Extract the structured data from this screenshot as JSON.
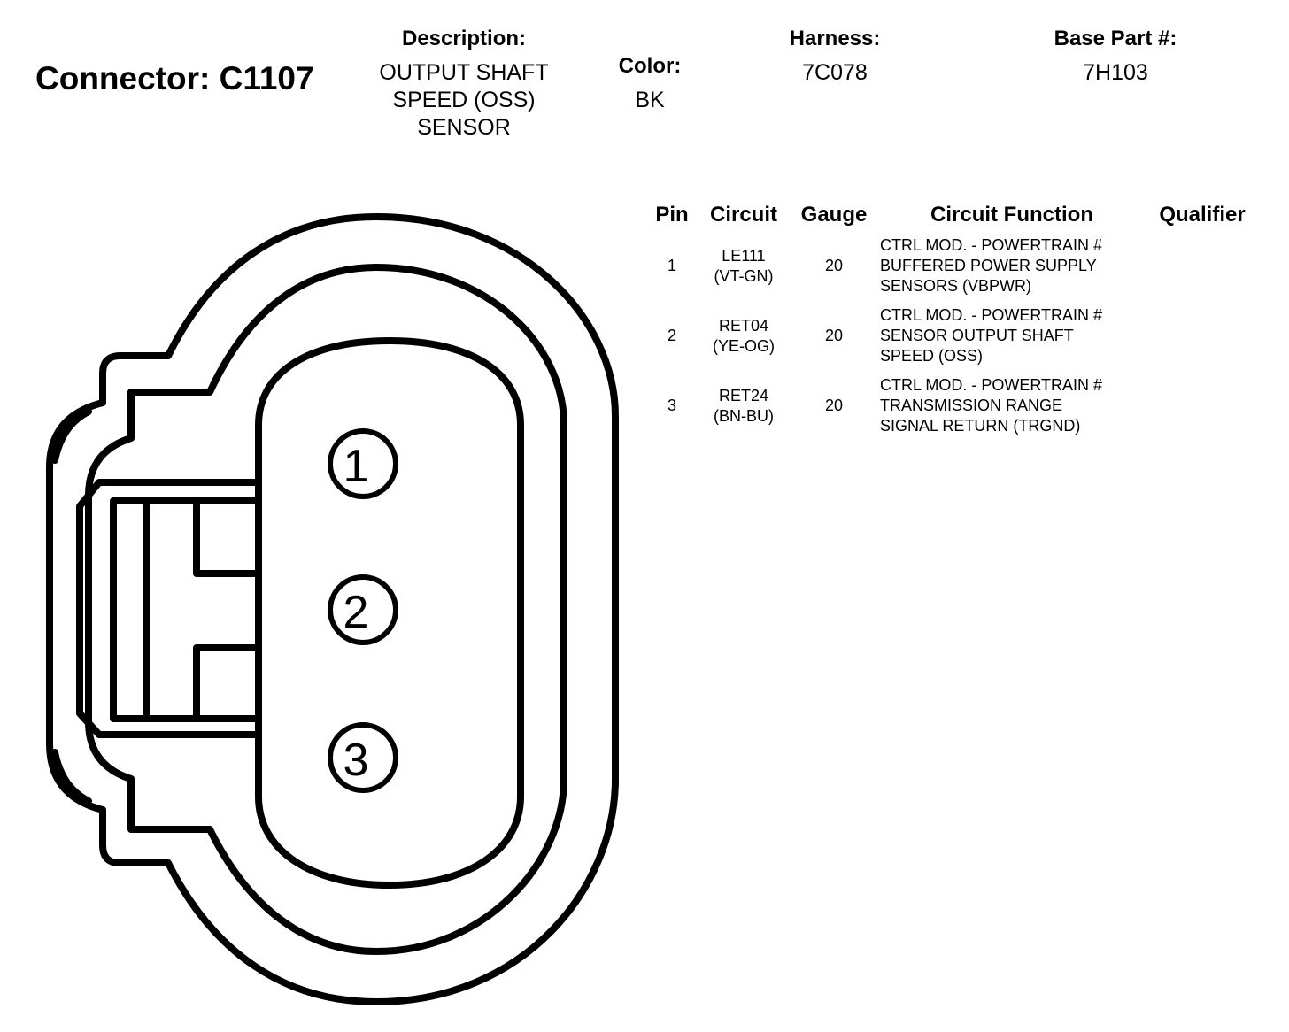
{
  "connector": {
    "label": "Connector: C1107"
  },
  "description": {
    "header": "Description:",
    "lines": [
      "OUTPUT SHAFT",
      "SPEED (OSS)",
      "SENSOR"
    ]
  },
  "color": {
    "header": "Color:",
    "value": "BK"
  },
  "harness": {
    "header": "Harness:",
    "value": "7C078"
  },
  "base_part": {
    "header": "Base Part #:",
    "value": "7H103"
  },
  "table": {
    "headers": {
      "pin": "Pin",
      "circuit": "Circuit",
      "gauge": "Gauge",
      "function": "Circuit Function",
      "qualifier": "Qualifier"
    },
    "rows": [
      {
        "pin": "1",
        "circuit": [
          "LE111",
          "(VT-GN)"
        ],
        "gauge": "20",
        "function": [
          "CTRL MOD. - POWERTRAIN #",
          "BUFFERED POWER SUPPLY",
          "SENSORS (VBPWR)"
        ],
        "qualifier": ""
      },
      {
        "pin": "2",
        "circuit": [
          "RET04",
          "(YE-OG)"
        ],
        "gauge": "20",
        "function": [
          "CTRL MOD. - POWERTRAIN #",
          "SENSOR OUTPUT SHAFT",
          "SPEED (OSS)"
        ],
        "qualifier": ""
      },
      {
        "pin": "3",
        "circuit": [
          "RET24",
          "(BN-BU)"
        ],
        "gauge": "20",
        "function": [
          "CTRL MOD. - POWERTRAIN #",
          "TRANSMISSION RANGE",
          "SIGNAL RETURN (TRGND)"
        ],
        "qualifier": ""
      }
    ]
  },
  "diagram": {
    "pins": [
      "1",
      "2",
      "3"
    ]
  }
}
